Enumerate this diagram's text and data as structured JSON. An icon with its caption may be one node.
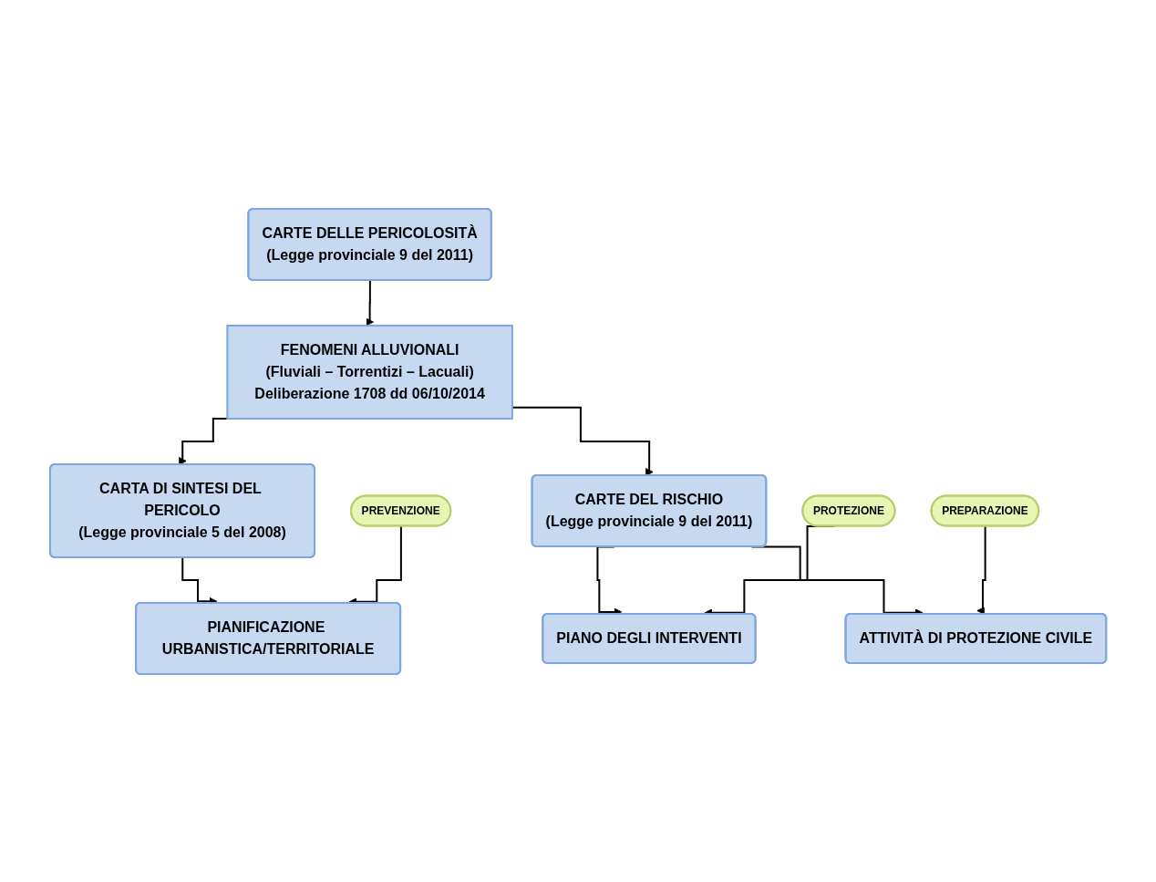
{
  "diagram": {
    "nodes": [
      {
        "text": [
          "CARTE DELLE PERICOLOSITÀ",
          "(Legge provinciale 9 del 2011)"
        ]
      },
      {
        "text": [
          "FENOMENI ALLUVIONALI",
          "(Fluviali – Torrentizi – Lacuali)",
          "Deliberazione 1708 dd 06/10/2014"
        ]
      },
      {
        "text": [
          "CARTA DI SINTESI DEL PERICOLO",
          "(Legge provinciale 5 del 2008)"
        ]
      },
      {
        "text": [
          "CARTE DEL RISCHIO",
          "(Legge provinciale 9 del 2011)"
        ]
      },
      {
        "text": [
          "PIANIFICAZIONE URBANISTICA/TERRITORIALE"
        ]
      },
      {
        "text": [
          "PIANO DEGLI INTERVENTI"
        ]
      },
      {
        "text": [
          "ATTIVITÀ DI PROTEZIONE CIVILE"
        ]
      },
      {
        "text": [
          "PREVENZIONE"
        ]
      },
      {
        "text": [
          "PROTEZIONE"
        ]
      },
      {
        "text": [
          "PREPARAZIONE"
        ]
      }
    ],
    "edges": [
      {
        "from": 0,
        "to": 1,
        "arrow": "to"
      },
      {
        "from": 1,
        "to": 2,
        "arrow": "to"
      },
      {
        "from": 1,
        "to": 3,
        "arrow": "to"
      },
      {
        "from": 2,
        "to": 4,
        "arrow": "to"
      },
      {
        "from": 3,
        "to": 5,
        "arrow": "to"
      },
      {
        "from": 3,
        "to": 6,
        "arrow": "to"
      },
      {
        "from": 7,
        "to": 4,
        "arrow": "to"
      },
      {
        "from": 8,
        "to": 5,
        "arrow": "to"
      },
      {
        "from": 9,
        "to": 6,
        "arrow": "to"
      }
    ]
  }
}
